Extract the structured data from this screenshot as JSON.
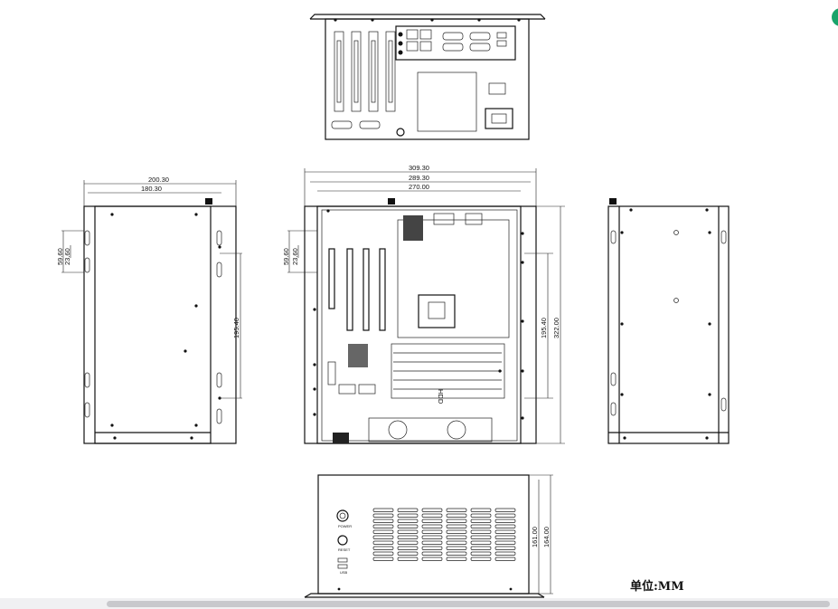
{
  "unit_label": "单位:MM",
  "colors": {
    "line": "#111111",
    "badge": "#1aa36a"
  },
  "rear_view": {
    "label_marks": [
      "POWER",
      "RESET",
      "USB"
    ]
  },
  "left_view": {
    "dims": {
      "overall_width": "200.30",
      "inner_width": "180.30",
      "slot_height": "59.60",
      "slot_gap": "23.60",
      "hole_span": "195.40"
    }
  },
  "center_view": {
    "dims": {
      "overall_width": "309.30",
      "mid_width": "289.30",
      "inner_width": "270.00",
      "slot_height": "59.60",
      "slot_gap": "23.60",
      "hole_span": "195.40",
      "overall_height": "322.00"
    },
    "labels": {
      "hdd": "HDD"
    }
  },
  "front_view": {
    "dims": {
      "height_inner": "161.00",
      "height_outer": "164.00"
    },
    "labels": {
      "power": "POWER",
      "reset": "RESET",
      "usb": "USB"
    }
  }
}
